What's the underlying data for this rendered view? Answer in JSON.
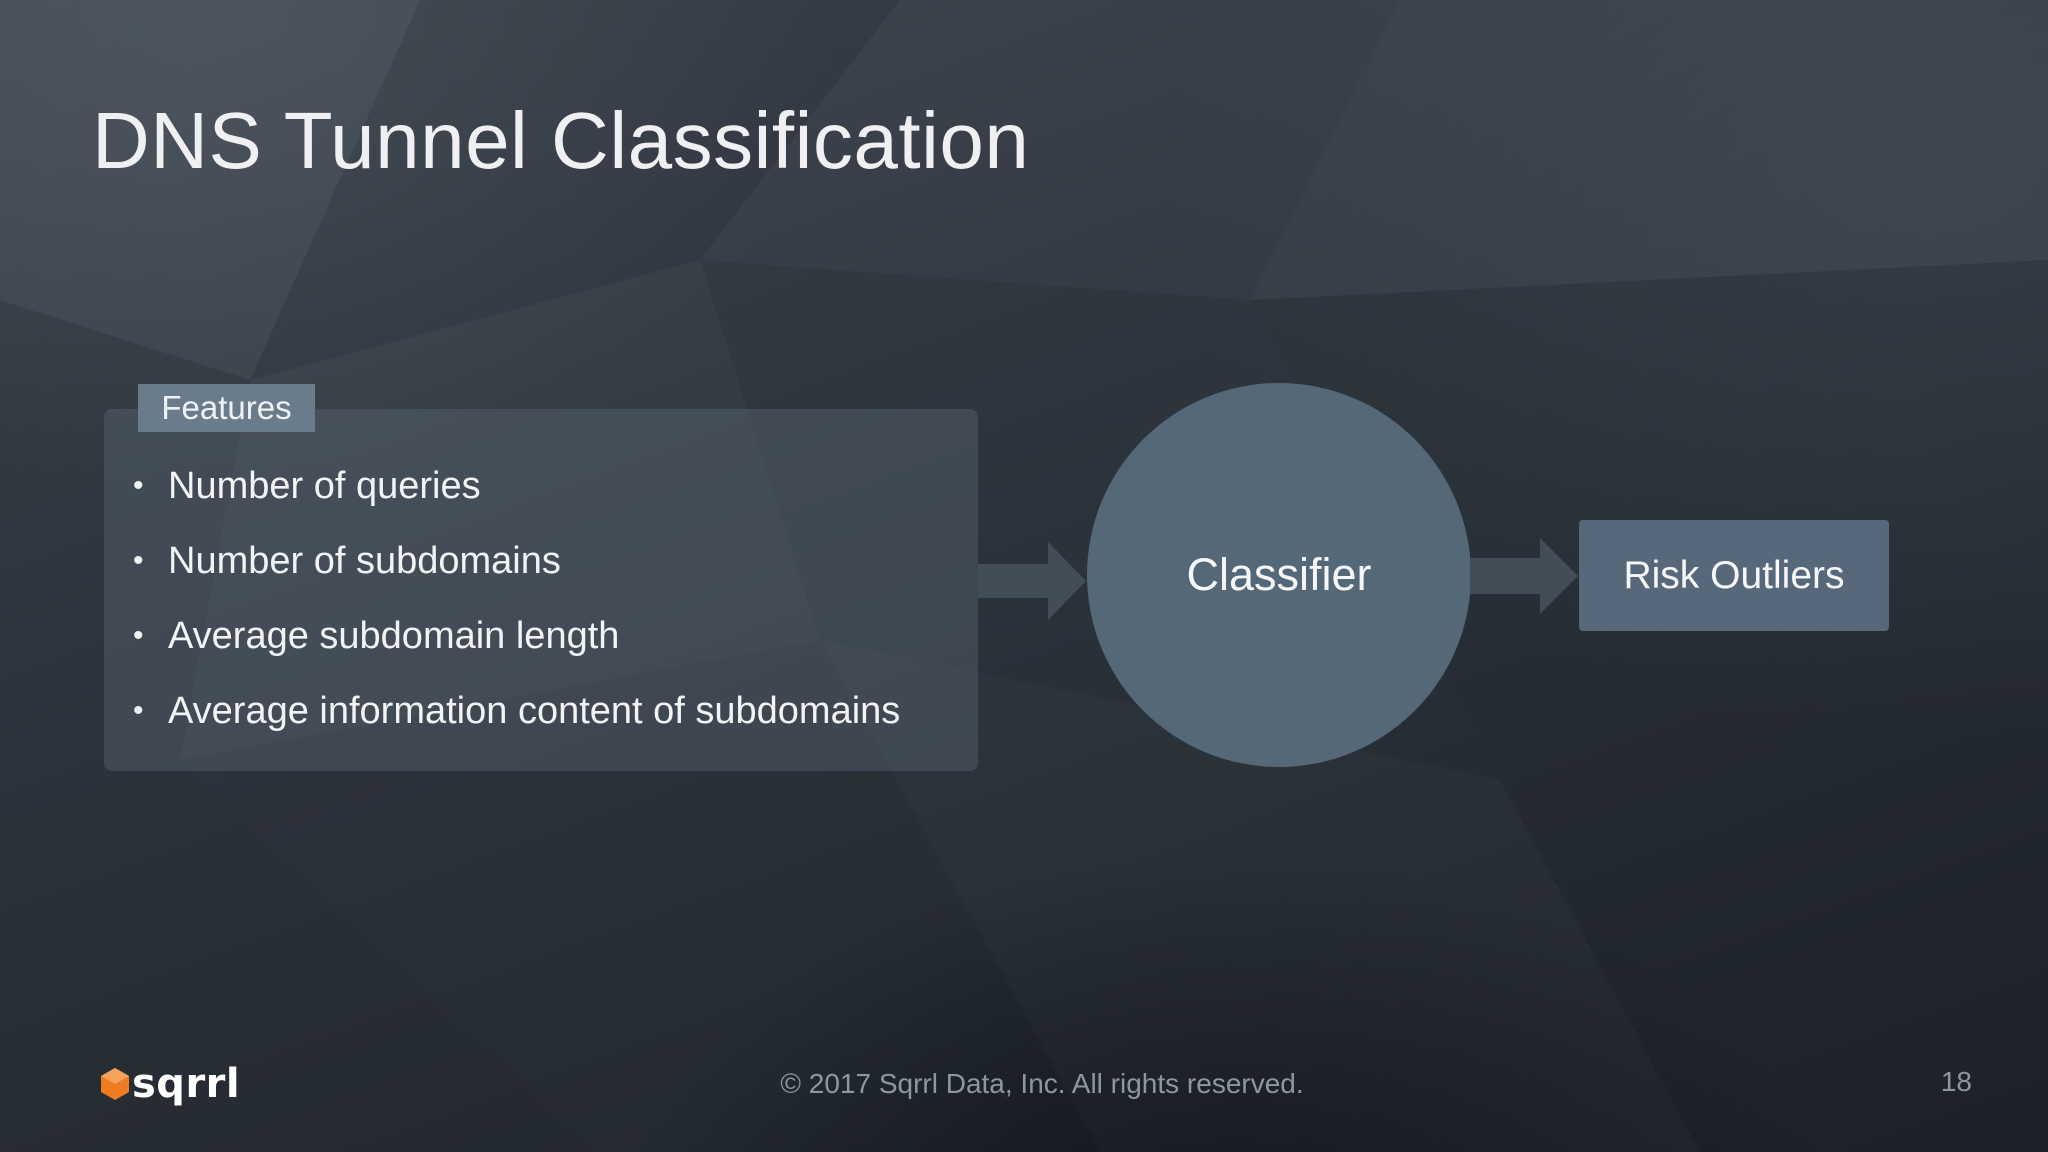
{
  "slide": {
    "title": "DNS Tunnel Classification",
    "features": {
      "tag": "Features",
      "items": [
        "Number of queries",
        "Number of subdomains",
        "Average subdomain length",
        "Average information content of subdomains"
      ]
    },
    "classifier_label": "Classifier",
    "output_label": "Risk Outliers"
  },
  "footer": {
    "logo_text": "sqrrl",
    "copyright": "© 2017 Sqrrl Data, Inc. All rights reserved.",
    "page_number": "18"
  },
  "colors": {
    "background": "#2c333b",
    "feature_tag": "#6a7c8c",
    "node_fill": "#556878",
    "arrow": "#434d58",
    "logo_accent": "#f07c22"
  }
}
